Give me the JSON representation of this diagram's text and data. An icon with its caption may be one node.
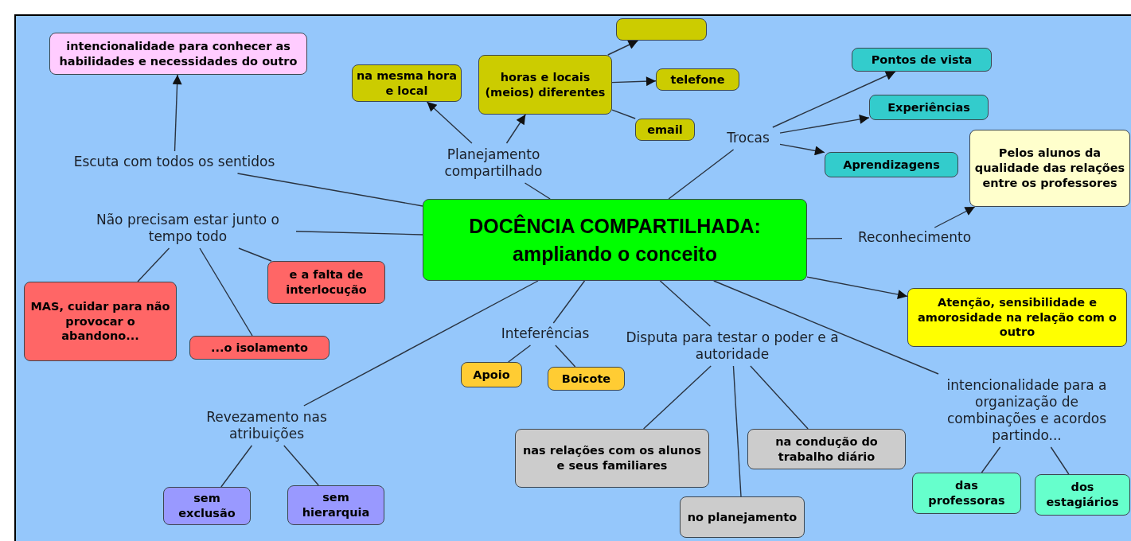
{
  "diagram": {
    "nodes": [
      {
        "text": [
          "DOCÊNCIA COMPARTILHADA: ampliando o conceito"
        ]
      },
      {
        "text": [
          "intencionalidade para conhecer as habilidades e necessidades do outro"
        ]
      },
      {
        "text": [
          "Escuta com todos os sentidos"
        ]
      },
      {
        "text": [
          "Não precisam estar junto o tempo todo"
        ]
      },
      {
        "text": [
          "MAS, cuidar para não provocar o abandono..."
        ]
      },
      {
        "text": [
          "...o isolamento"
        ]
      },
      {
        "text": [
          "e a falta de interlocução"
        ]
      },
      {
        "text": [
          "na mesma hora e local"
        ]
      },
      {
        "text": [
          "horas e locais (meios) diferentes"
        ]
      },
      {
        "text": [],
        "shape": "box"
      },
      {
        "text": [
          "telefone"
        ]
      },
      {
        "text": [
          "email"
        ]
      },
      {
        "text": [
          "Planejamento compartilhado"
        ]
      },
      {
        "text": [
          "Trocas"
        ]
      },
      {
        "text": [
          "Pontos de vista"
        ]
      },
      {
        "text": [
          "Experiências"
        ]
      },
      {
        "text": [
          "Aprendizagens"
        ]
      },
      {
        "text": [
          "Pelos alunos da qualidade das relações entre os professores"
        ]
      },
      {
        "text": [
          "Reconhecimento"
        ]
      },
      {
        "text": [
          "Atenção, sensibilidade e amorosidade na relação com o outro"
        ]
      },
      {
        "text": [
          "Inteferências"
        ]
      },
      {
        "text": [
          "Apoio"
        ]
      },
      {
        "text": [
          "Boicote"
        ]
      },
      {
        "text": [
          "Disputa para testar o poder e a autoridade"
        ]
      },
      {
        "text": [
          "nas relações com os alunos e seus familiares"
        ]
      },
      {
        "text": [
          "no planejamento"
        ]
      },
      {
        "text": [
          "na condução do trabalho diário"
        ]
      },
      {
        "text": [
          "intencionalidade para a organização de combinações e acordos partindo..."
        ]
      },
      {
        "text": [
          "das professoras"
        ]
      },
      {
        "text": [
          "dos estagiários"
        ]
      },
      {
        "text": [
          "Revezamento nas atribuições"
        ]
      },
      {
        "text": [
          "sem exclusão"
        ]
      },
      {
        "text": [
          "sem hierarquia"
        ]
      }
    ],
    "edges": [
      {
        "from": 0,
        "to": 2,
        "arrow": "none"
      },
      {
        "from": 2,
        "to": 1,
        "arrow": "to"
      },
      {
        "from": 0,
        "to": 3,
        "arrow": "none"
      },
      {
        "from": 3,
        "to": 4,
        "arrow": "none"
      },
      {
        "from": 3,
        "to": 5,
        "arrow": "none"
      },
      {
        "from": 3,
        "to": 6,
        "arrow": "none"
      },
      {
        "from": 0,
        "to": 12,
        "arrow": "none"
      },
      {
        "from": 12,
        "to": 7,
        "arrow": "to"
      },
      {
        "from": 12,
        "to": 8,
        "arrow": "to"
      },
      {
        "from": 8,
        "to": 9,
        "arrow": "to"
      },
      {
        "from": 8,
        "to": 10,
        "arrow": "to"
      },
      {
        "from": 8,
        "to": 11,
        "arrow": "none"
      },
      {
        "from": 0,
        "to": 13,
        "arrow": "none"
      },
      {
        "from": 13,
        "to": 14,
        "arrow": "to"
      },
      {
        "from": 13,
        "to": 15,
        "arrow": "to"
      },
      {
        "from": 13,
        "to": 16,
        "arrow": "to"
      },
      {
        "from": 0,
        "to": 18,
        "arrow": "none"
      },
      {
        "from": 18,
        "to": 17,
        "arrow": "to"
      },
      {
        "from": 0,
        "to": 19,
        "arrow": "to"
      },
      {
        "from": 0,
        "to": 27,
        "arrow": "none"
      },
      {
        "from": 27,
        "to": 28,
        "arrow": "none"
      },
      {
        "from": 27,
        "to": 29,
        "arrow": "none"
      },
      {
        "from": 0,
        "to": 23,
        "arrow": "none"
      },
      {
        "from": 23,
        "to": 24,
        "arrow": "none"
      },
      {
        "from": 23,
        "to": 25,
        "arrow": "none"
      },
      {
        "from": 23,
        "to": 26,
        "arrow": "none"
      },
      {
        "from": 0,
        "to": 20,
        "arrow": "none"
      },
      {
        "from": 20,
        "to": 21,
        "arrow": "none"
      },
      {
        "from": 20,
        "to": 22,
        "arrow": "none"
      },
      {
        "from": 0,
        "to": 30,
        "arrow": "none"
      },
      {
        "from": 30,
        "to": 31,
        "arrow": "none"
      },
      {
        "from": 30,
        "to": 32,
        "arrow": "none"
      }
    ]
  }
}
